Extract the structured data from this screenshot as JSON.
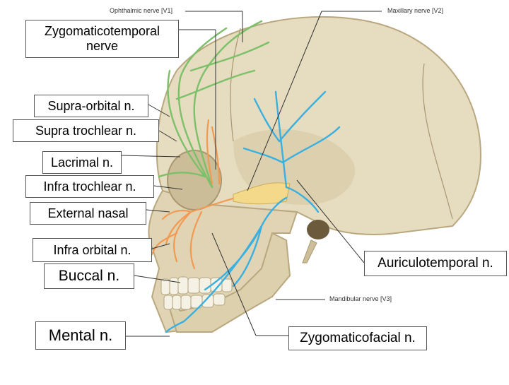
{
  "colors": {
    "skull": "#e6dcc0",
    "skull_shadow": "#c9b994",
    "ophthalmic": "#7cc06a",
    "maxillary": "#f29a52",
    "mandibular": "#3ab0e0",
    "ganglion": "#f5d98a",
    "leader": "#333333"
  },
  "top_labels": {
    "ophthalmic": "Ophthalmic nerve [V1]",
    "maxillary": "Maxillary nerve [V2]",
    "mandibular": "Mandibular nerve [V3]"
  },
  "labels": {
    "zygomaticotemporal": "Zygomaticotemporal nerve",
    "supraorbital": "Supra-orbital n.",
    "supratrochlear": "Supra trochlear n.",
    "lacrimal": "Lacrimal n.",
    "infratrochlear": "Infra trochlear n.",
    "external_nasal": "External nasal",
    "infraorbital": "Infra orbital n.",
    "buccal": "Buccal n.",
    "mental": "Mental n.",
    "auriculotemporal": "Auriculotemporal n.",
    "zygomaticofacial": "Zygomaticofacial n."
  }
}
